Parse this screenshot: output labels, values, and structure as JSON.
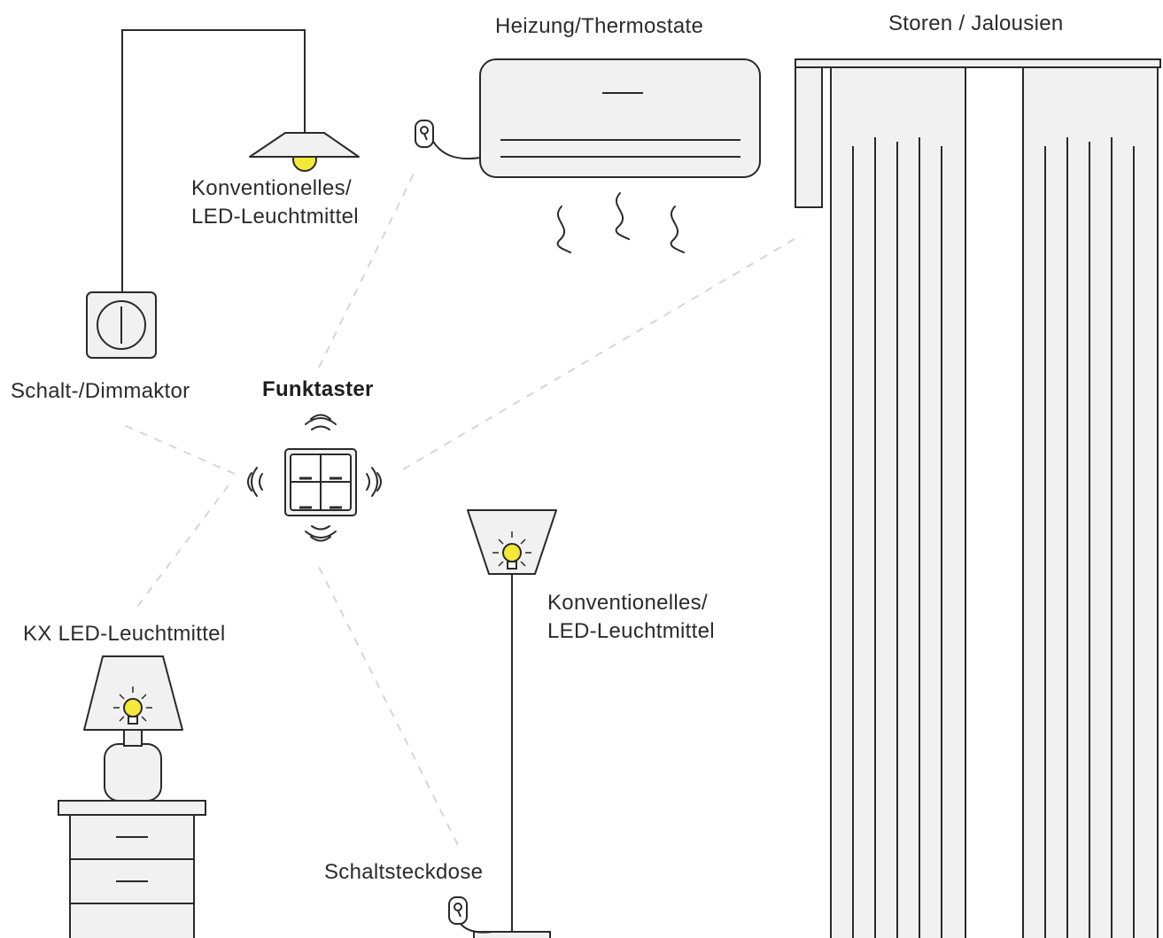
{
  "labels": {
    "heating": "Heizung/Thermostate",
    "blinds": "Storen / Jalousien",
    "pendant_line1": "Konventionelles/",
    "pendant_line2": "LED-Leuchtmittel",
    "actuator": "Schalt-/Dimmaktor",
    "switch": "Funktaster",
    "floorlamp_line1": "Konventionelles/",
    "floorlamp_line2": "LED-Leuchtmittel",
    "kx_led": "KX LED-Leuchtmittel",
    "socket": "Schaltsteckdose"
  },
  "colors": {
    "stroke": "#2a2a2a",
    "fill": "#f1f1f1",
    "bulb": "#f4e83a",
    "dashed": "#d6d6d6"
  },
  "icons": [
    "pendant-lamp-icon",
    "air-conditioner-icon",
    "curtain-icon",
    "wall-dimmer-icon",
    "radio-switch-icon",
    "floor-lamp-icon",
    "table-lamp-icon",
    "nightstand-icon",
    "plug-icon"
  ]
}
